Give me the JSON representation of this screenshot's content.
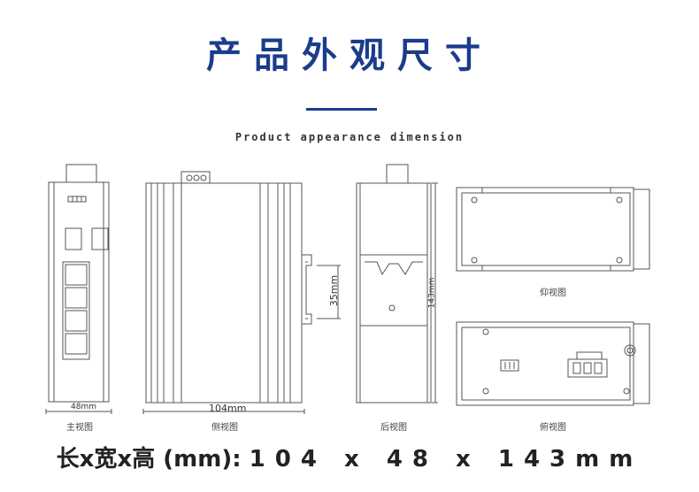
{
  "title": "产品外观尺寸",
  "subtitle": "Product appearance dimension",
  "views": {
    "front": "主视图",
    "side": "侧视图",
    "rear": "后视图",
    "bottom": "仰视图",
    "top": "俯视图"
  },
  "dimensions": {
    "width": "48mm",
    "length": "104mm",
    "height": "143mm",
    "rail": "35mm"
  },
  "summary": {
    "label": "长x宽x高 (mm):",
    "value": "104 x 48 x 143mm"
  }
}
